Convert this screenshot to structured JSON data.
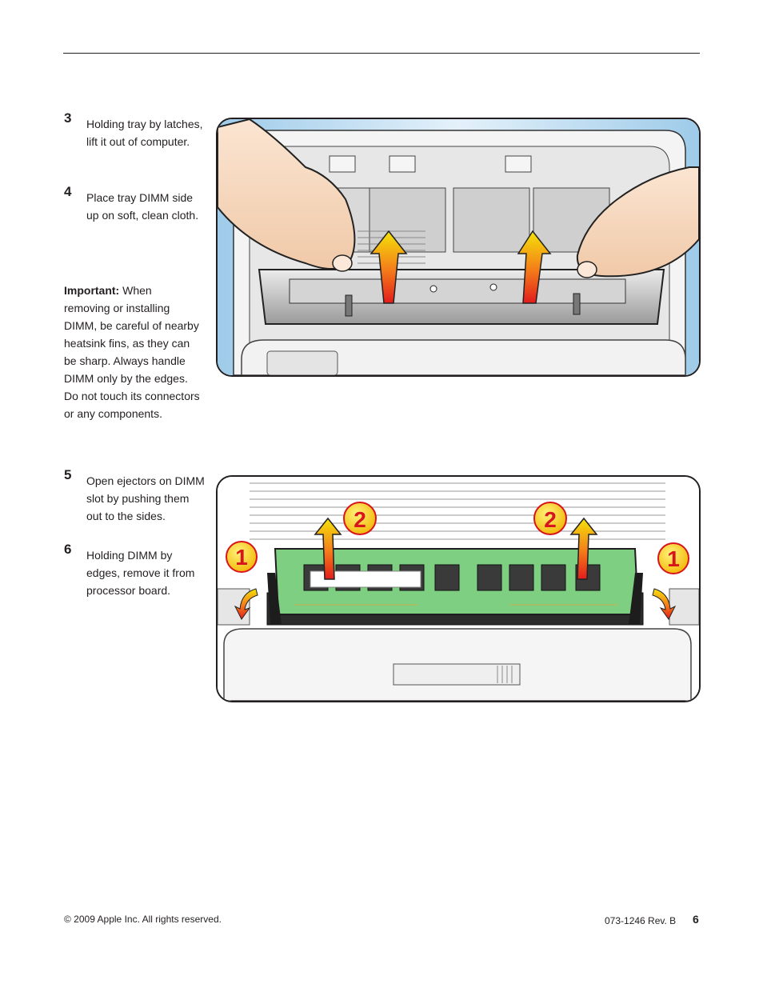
{
  "steps": [
    {
      "number": "3",
      "text": "Holding tray by latches, lift it out of computer."
    },
    {
      "number": "4",
      "text": "Place tray DIMM side up on soft, clean cloth."
    },
    {
      "number": "5",
      "text": "Open ejectors on DIMM slot by pushing them out to the sides."
    },
    {
      "number": "6",
      "text": "Holding DIMM by edges, remove it from processor board."
    }
  ],
  "important": {
    "label": "Important:",
    "text": " When removing or installing DIMM, be careful of nearby heatsink fins, as they can be sharp. Always handle DIMM only by the edges. Do not touch its connectors or any components."
  },
  "figure2_callouts": [
    "1",
    "2",
    "2",
    "1"
  ],
  "footer": {
    "copyright": "© 2009 Apple Inc. All rights reserved.",
    "doc_number": "073-1246 Rev. B",
    "page_number": "6"
  },
  "colors": {
    "arrow_top": "#f4e30a",
    "arrow_bottom": "#e21c1c",
    "dimm_green": "#7fcf82",
    "callout_yellow": "#f9d61a",
    "callout_red": "#d8151d"
  }
}
